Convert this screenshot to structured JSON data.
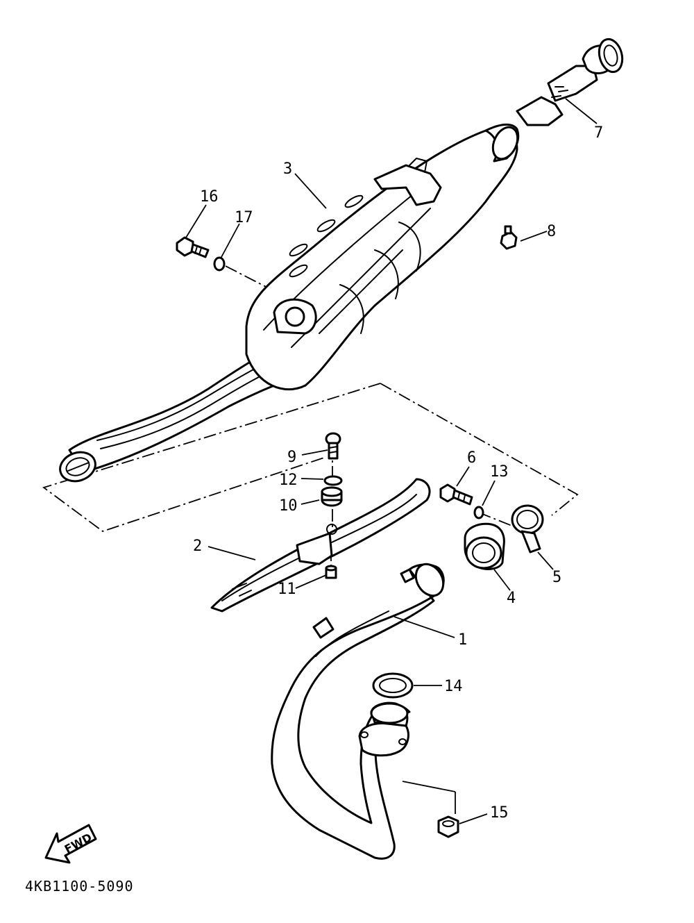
{
  "diagram_code": "4KB1100-5090",
  "fwd_label": "FWD",
  "callouts": {
    "c1": "1",
    "c2": "2",
    "c3": "3",
    "c4": "4",
    "c5": "5",
    "c6": "6",
    "c7": "7",
    "c8": "8",
    "c9": "9",
    "c10": "10",
    "c11": "11",
    "c12": "12",
    "c13": "13",
    "c14": "14",
    "c15": "15",
    "c16": "16",
    "c17": "17"
  }
}
